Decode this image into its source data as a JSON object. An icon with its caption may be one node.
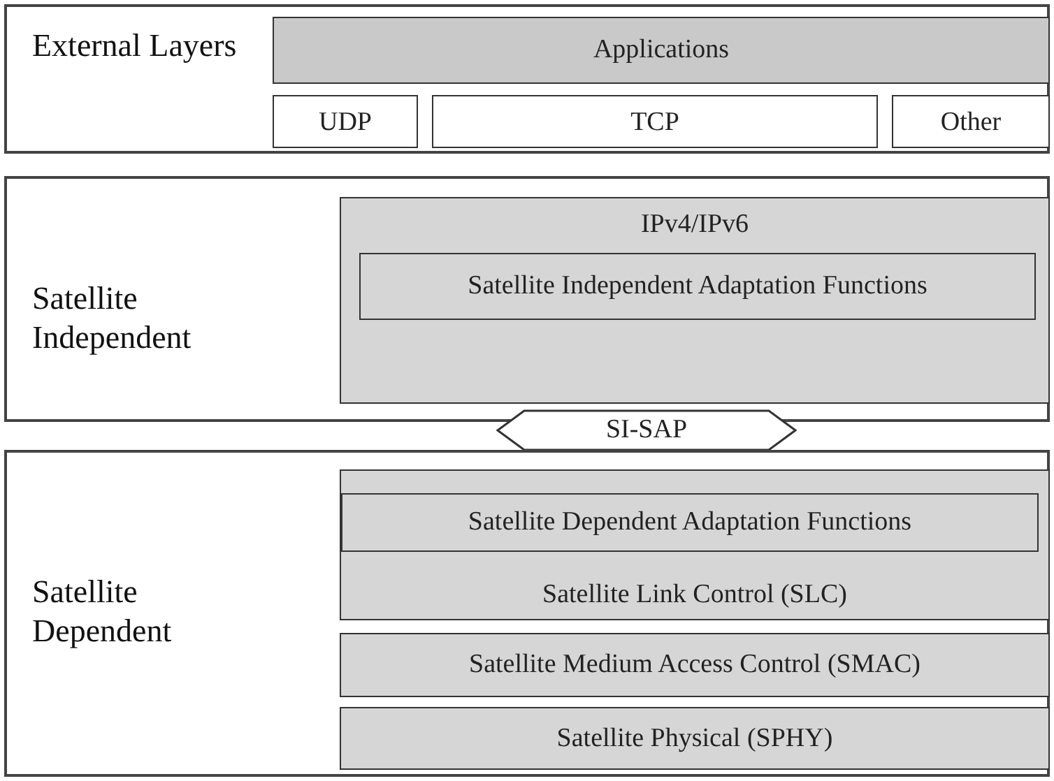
{
  "diagram": {
    "nodes": [
      {
        "text": [
          "External Layers"
        ]
      },
      {
        "text": [
          "Applications"
        ],
        "in": 0
      },
      {
        "text": [
          "UDP"
        ],
        "in": 0
      },
      {
        "text": [
          "TCP"
        ],
        "in": 0
      },
      {
        "text": [
          "Other"
        ],
        "in": 0
      },
      {
        "text": [
          "Satellite Independent"
        ]
      },
      {
        "text": [
          "IPv4/IPv6"
        ],
        "in": 5
      },
      {
        "text": [
          "Satellite Independent Adaptation Functions"
        ],
        "in": 6
      },
      {
        "text": [
          "SI-SAP"
        ]
      },
      {
        "text": [
          "Satellite Dependent"
        ]
      },
      {
        "text": [
          "Satellite Link Control (SLC)"
        ],
        "in": 9
      },
      {
        "text": [
          "Satellite Dependent Adaptation Functions"
        ],
        "in": 10
      },
      {
        "text": [
          "Satellite Medium Access Control (SMAC)"
        ],
        "in": 9
      },
      {
        "text": [
          "Satellite Physical (SPHY)"
        ],
        "in": 9
      }
    ]
  }
}
